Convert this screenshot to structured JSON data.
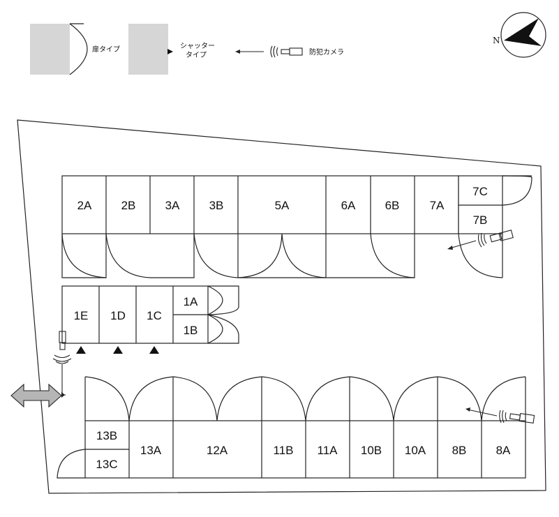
{
  "legend": {
    "door_type": "扉タイプ",
    "shutter_type_line1": "シャッター",
    "shutter_type_line2": "タイプ",
    "camera": "防犯カメラ"
  },
  "compass": {
    "label": "N"
  },
  "units": {
    "u2A": "2A",
    "u2B": "2B",
    "u3A": "3A",
    "u3B": "3B",
    "u5A": "5A",
    "u6A": "6A",
    "u6B": "6B",
    "u7A": "7A",
    "u7C": "7C",
    "u7B": "7B",
    "u1E": "1E",
    "u1D": "1D",
    "u1C": "1C",
    "u1A": "1A",
    "u1B": "1B",
    "u13B": "13B",
    "u13C": "13C",
    "u13A": "13A",
    "u12A": "12A",
    "u11B": "11B",
    "u11A": "11A",
    "u10B": "10B",
    "u10A": "10A",
    "u8B": "8B",
    "u8A": "8A"
  }
}
